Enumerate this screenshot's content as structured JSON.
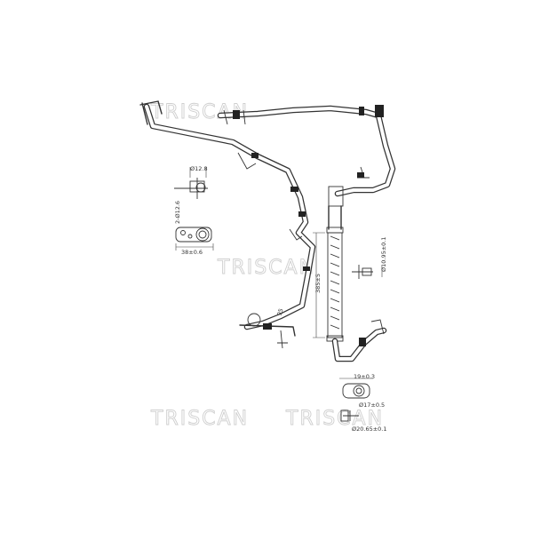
{
  "watermark": {
    "brand": "TRISCAN"
  },
  "dimensions": {
    "d1": "Ø12.8",
    "d2": "2-Ø12.6",
    "d3": "38±0.6",
    "d4": "Ø10.95±0.1",
    "d5": "385±5",
    "d6": "19±0.3",
    "d7": "Ø17±0.5",
    "d8": "Ø20.65±0.1",
    "d9": "95"
  }
}
